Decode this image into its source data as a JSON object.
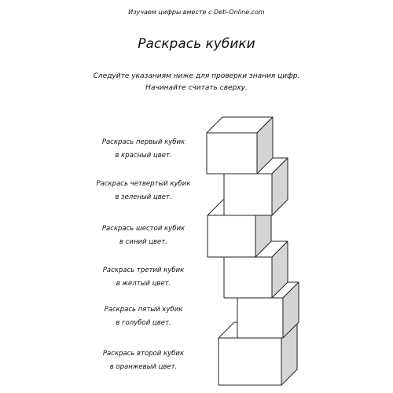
{
  "header": {
    "site_line": "Изучаем цифры вместе с Deti-Online.com"
  },
  "title": "Раскрась кубики",
  "intro": {
    "line1": "Следуйте указаниям ниже для проверки знания цифр.",
    "line2": "Начинайте считать сверху."
  },
  "instructions": [
    {
      "line1": "Раскрась первый кубик",
      "line2": "в красный цвет."
    },
    {
      "line1": "Раскрась четвертый кубик",
      "line2": "в зеленый цвет."
    },
    {
      "line1": "Раскрась шестой кубик",
      "line2": "в синий цвет."
    },
    {
      "line1": "Раскрась третий кубик",
      "line2": "в желтый цвет."
    },
    {
      "line1": "Раскрась пятый кубик",
      "line2": "в голубой цвет."
    },
    {
      "line1": "Раскрась второй кубик",
      "line2": "в оранжевый цвет."
    }
  ],
  "colors": {
    "cube_front": "#ffffff",
    "cube_top": "#ffffff",
    "cube_side": "#d4d4d4",
    "outline": "#222222"
  }
}
